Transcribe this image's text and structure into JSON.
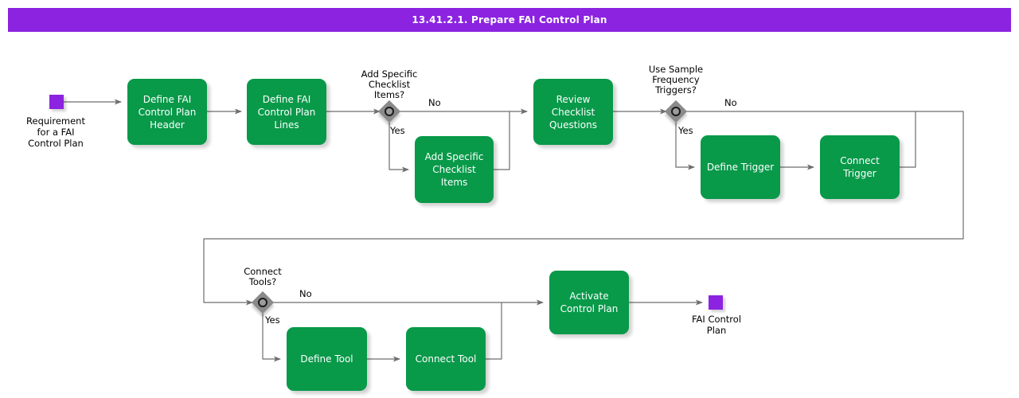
{
  "header": {
    "title": "13.41.2.1. Prepare FAI Control Plan",
    "bg_color": "#8B23E0",
    "text_color": "#FFFFFF"
  },
  "theme": {
    "task_fill": "#089949",
    "task_text": "#FFFFFF",
    "endpoint_fill": "#8B23E0",
    "gateway_fill": "#8A8A8A",
    "edge_stroke": "#6E6E6E",
    "canvas": "#FFFFFF"
  },
  "diagram": {
    "type": "bpmn-flowchart",
    "start_event": {
      "name": "start-event",
      "label": "Requirement\nfor a FAI\nControl Plan",
      "shape": "square"
    },
    "end_event": {
      "name": "end-event",
      "label": "FAI Control\nPlan",
      "shape": "square"
    },
    "tasks": [
      {
        "id": "define-header",
        "label": "Define FAI\nControl Plan\nHeader"
      },
      {
        "id": "define-lines",
        "label": "Define FAI\nControl Plan\nLines"
      },
      {
        "id": "add-items",
        "label": "Add Specific\nChecklist Items"
      },
      {
        "id": "review",
        "label": "Review\nChecklist\nQuestions"
      },
      {
        "id": "define-trigger",
        "label": "Define Trigger"
      },
      {
        "id": "connect-trigger",
        "label": "Connect Trigger"
      },
      {
        "id": "define-tool",
        "label": "Define Tool"
      },
      {
        "id": "connect-tool",
        "label": "Connect Tool"
      },
      {
        "id": "activate",
        "label": "Activate Control\nPlan"
      }
    ],
    "gateways": [
      {
        "id": "gw-checklist",
        "label": "Add Specific\nChecklist\nItems?",
        "yes": "Yes",
        "no": "No"
      },
      {
        "id": "gw-triggers",
        "label": "Use Sample\nFrequency\nTriggers?",
        "yes": "Yes",
        "no": "No"
      },
      {
        "id": "gw-tools",
        "label": "Connect\nTools?",
        "yes": "Yes",
        "no": "No"
      }
    ]
  }
}
